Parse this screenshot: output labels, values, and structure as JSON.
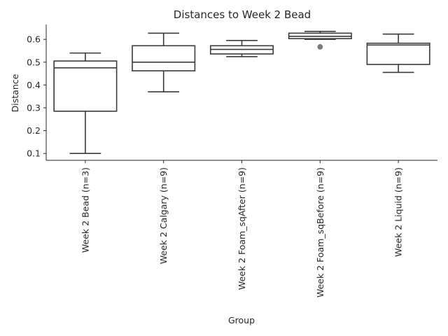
{
  "chart_data": {
    "type": "box",
    "title": "Distances to Week 2 Bead",
    "xlabel": "Group",
    "ylabel": "Distance",
    "y_ticks": [
      0.1,
      0.2,
      0.3,
      0.4,
      0.5,
      0.6
    ],
    "y_tick_labels": [
      "0.1",
      "0.2",
      "0.3",
      "0.4",
      "0.5",
      "0.6"
    ],
    "ylim": [
      0.07,
      0.665
    ],
    "grid": false,
    "categories": [
      "Week 2 Bead (n=3)",
      "Week 2 Calgary (n=9)",
      "Week 2 Foam_sqAfter (n=9)",
      "Week 2 Foam_sqBefore (n=9)",
      "Week 2 Liquid (n=9)"
    ],
    "boxes": [
      {
        "whisker_low": 0.1,
        "q1": 0.285,
        "median": 0.475,
        "q3": 0.505,
        "whisker_high": 0.54,
        "outliers": []
      },
      {
        "whisker_low": 0.37,
        "q1": 0.462,
        "median": 0.5,
        "q3": 0.572,
        "whisker_high": 0.627,
        "outliers": []
      },
      {
        "whisker_low": 0.524,
        "q1": 0.536,
        "median": 0.556,
        "q3": 0.572,
        "whisker_high": 0.595,
        "outliers": []
      },
      {
        "whisker_low": 0.6,
        "q1": 0.603,
        "median": 0.613,
        "q3": 0.627,
        "whisker_high": 0.635,
        "outliers": [
          0.567
        ]
      },
      {
        "whisker_low": 0.455,
        "q1": 0.49,
        "median": 0.575,
        "q3": 0.583,
        "whisker_high": 0.623,
        "outliers": []
      }
    ]
  }
}
